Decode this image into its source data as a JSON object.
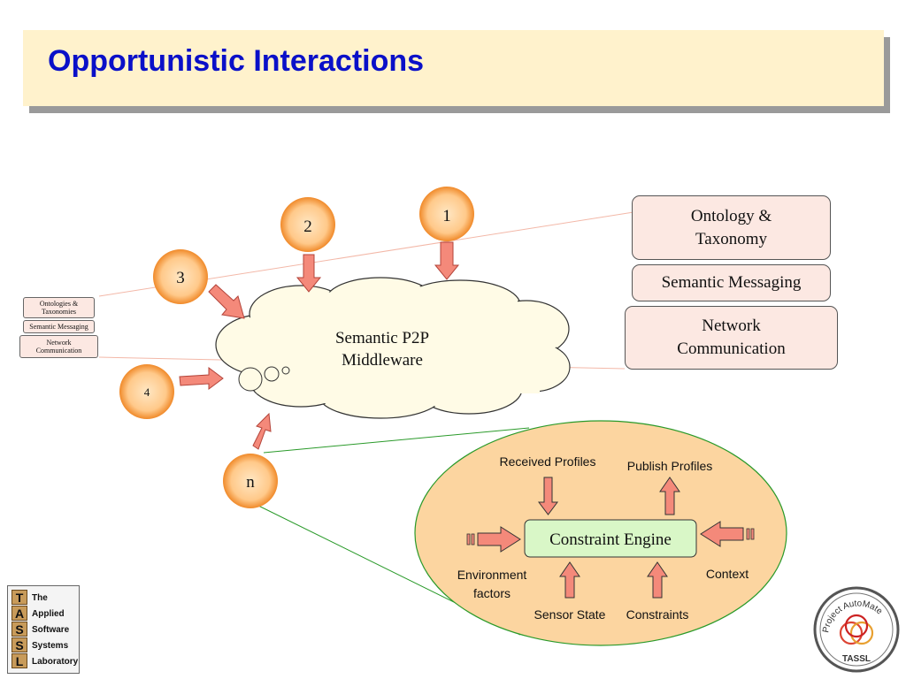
{
  "slide": {
    "title": "Opportunistic Interactions"
  },
  "cloud": {
    "label_line1": "Semantic P2P",
    "label_line2": "Middleware"
  },
  "peers": [
    {
      "label": "1"
    },
    {
      "label": "2"
    },
    {
      "label": "3"
    },
    {
      "label": "4"
    },
    {
      "label": "n"
    }
  ],
  "layers": {
    "ontology_line1": "Ontology &",
    "ontology_line2": "Taxonomy",
    "messaging": "Semantic Messaging",
    "network_line1": "Network",
    "network_line2": "Communication"
  },
  "small_layers": {
    "ontology_line1": "Ontologies &",
    "ontology_line2": "Taxonomies",
    "messaging": "Semantic Messaging",
    "network_line1": "Network",
    "network_line2": "Communication"
  },
  "engine": {
    "label": "Constraint Engine",
    "received_profiles": "Received Profiles",
    "publish_profiles": "Publish Profiles",
    "environment_line1": "Environment",
    "environment_line2": "factors",
    "context": "Context",
    "sensor_state": "Sensor State",
    "constraints": "Constraints"
  },
  "logos": {
    "tassl_letters": [
      "T",
      "A",
      "S",
      "S",
      "L"
    ],
    "tassl_words": [
      "The",
      "Applied",
      "Software",
      "Systems",
      "Laboratory"
    ],
    "automate_text": "Project AutoMate",
    "automate_sub": "TASSL"
  },
  "colors": {
    "title_text": "#0a10c8",
    "title_bg": "#fff2cc",
    "peer_fill": "#ffd7a0",
    "peer_ring": "#f08a2a",
    "arrow_fill": "#f4897a",
    "cloud_fill": "#fffbe6",
    "engine_oval": "#fcd5a0",
    "engine_box": "#d9f7c7"
  }
}
